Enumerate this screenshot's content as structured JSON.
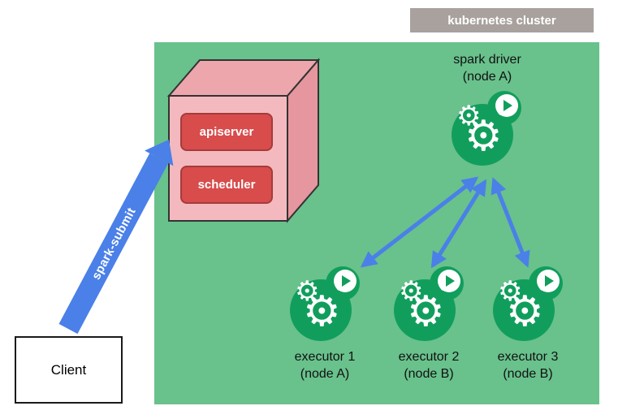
{
  "cluster": {
    "label": "kubernetes cluster"
  },
  "control_plane": {
    "components": [
      {
        "label": "apiserver"
      },
      {
        "label": "scheduler"
      }
    ]
  },
  "driver": {
    "title": "spark driver",
    "node": "(node A)"
  },
  "executors": [
    {
      "title": "executor 1",
      "node": "(node A)"
    },
    {
      "title": "executor 2",
      "node": "(node B)"
    },
    {
      "title": "executor 3",
      "node": "(node B)"
    }
  ],
  "spark_submit": {
    "label": "spark-submit"
  },
  "client": {
    "label": "Client"
  },
  "icons": {
    "gear": "⚙",
    "play": "play-triangle",
    "pod": "spark-pod-icon (gears + play button)"
  },
  "colors": {
    "cluster_bg": "#69c18c",
    "cluster_label_bg": "#a8a19e",
    "cube_front": "#f3b9be",
    "cube_top": "#eca6ac",
    "cube_side": "#e6969e",
    "component_red": "#d84c4c",
    "component_border": "#a53b3b",
    "arrow_blue": "#4a80e8",
    "pod_green": "#119e5c",
    "text_white": "#ffffff",
    "text_dark": "#111111"
  }
}
